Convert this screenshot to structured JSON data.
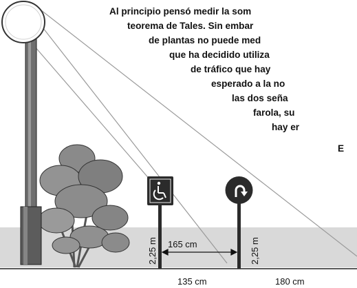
{
  "paragraph_lines": [
    "Al principio pensó medir la som",
    "teorema de Tales. Sin embar",
    "de plantas no puede med",
    "que ha decidido utiliza",
    "de tráfico que hay",
    "esperado a la no",
    "las dos seña",
    "farola, su",
    "hay er",
    "E"
  ],
  "labels": {
    "sign1_height": "2,25 m",
    "sign2_height": "2,25 m",
    "gap_between_signs": "165 cm",
    "shadow_sign1": "135 cm",
    "shadow_sign2": "180 cm"
  },
  "signs": {
    "sign1_icon": "wheelchair-icon",
    "sign2_icon": "u-turn-arrow-icon"
  },
  "colors": {
    "ground": "#d9d9d9",
    "sign_dark": "#2b2b2b",
    "lamp_post": "#6f6f6f",
    "bush": "#8a8a8a"
  }
}
